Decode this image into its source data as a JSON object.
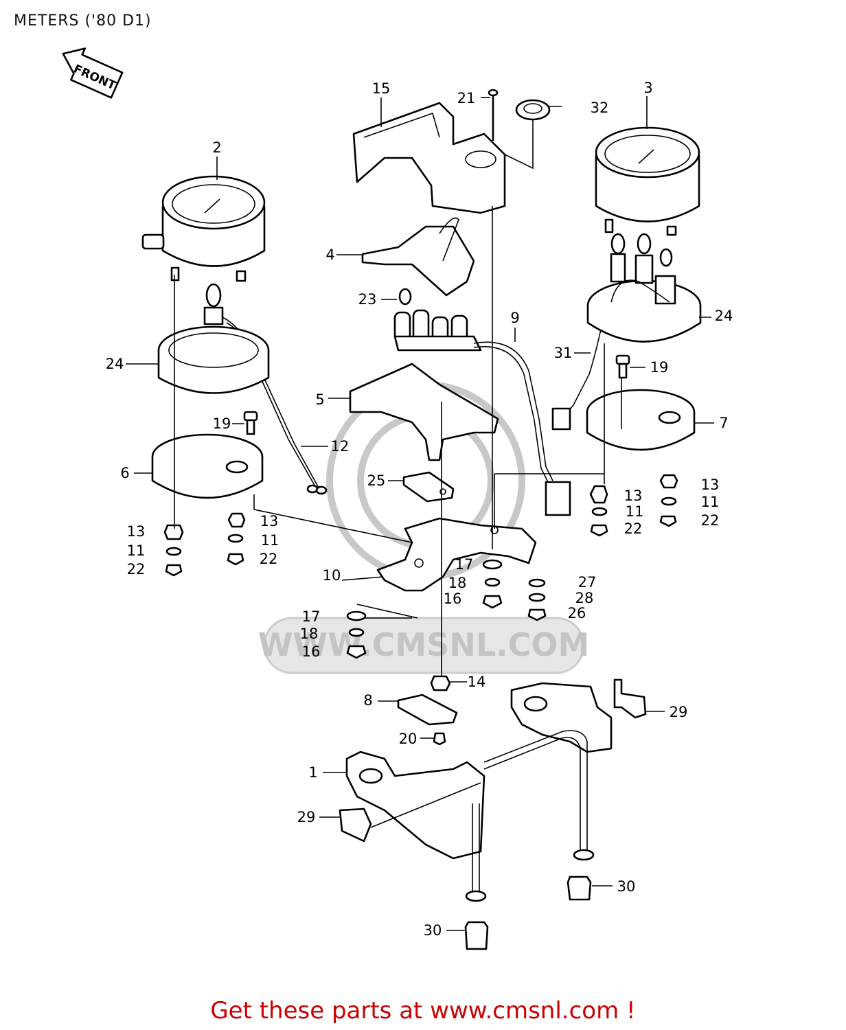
{
  "title": "METERS ('80 D1)",
  "front_marker": "FRONT",
  "watermark": "WWW.CMSNL.COM",
  "footer": {
    "text": "Get these parts at www.cmsnl.com !",
    "color": "#cc0000"
  },
  "callouts": [
    "1",
    "2",
    "3",
    "4",
    "5",
    "6",
    "7",
    "8",
    "9",
    "10",
    "11",
    "12",
    "13",
    "14",
    "15",
    "16",
    "17",
    "18",
    "19",
    "20",
    "21",
    "22",
    "23",
    "24",
    "25",
    "26",
    "27",
    "28",
    "29",
    "30",
    "31",
    "32"
  ]
}
